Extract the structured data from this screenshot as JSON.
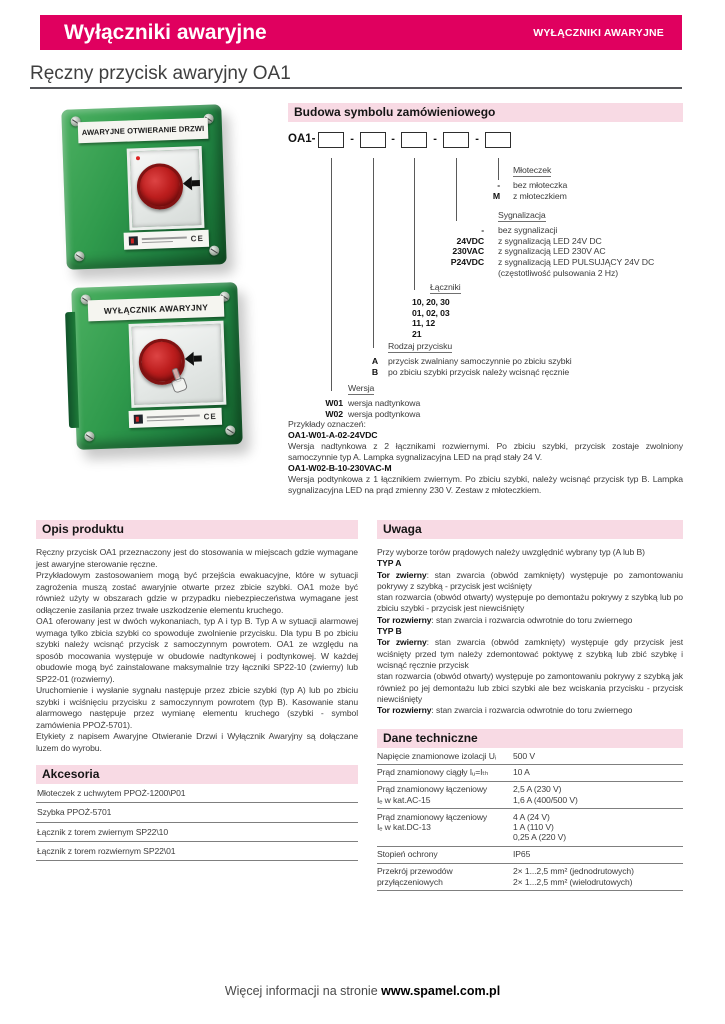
{
  "colors": {
    "accent": "#e0005f",
    "section_bar_bg": "#f8dae4",
    "rule": "#55565a",
    "table_line": "#7f7f7f",
    "device_green": "#2f9a4c",
    "button_red": "#bd1e1e"
  },
  "header": {
    "title": "Wyłączniki awaryjne",
    "category": "WYŁĄCZNIKI AWARYJNE"
  },
  "page_title": "Ręczny przycisk awaryjny OA1",
  "photos": {
    "device1_label": "AWARYJNE OTWIERANIE DRZWI",
    "device2_label": "WYŁĄCZNIK AWARYJNY",
    "ce_mark": "CE"
  },
  "ordering": {
    "title": "Budowa symbolu zamówieniowego",
    "prefix": "OA1-",
    "separator": "-",
    "mloteczek": {
      "label": "Młoteczek",
      "rows": [
        {
          "code": "-",
          "desc": "bez młoteczka"
        },
        {
          "code": "M",
          "desc": "z młoteczkiem"
        }
      ]
    },
    "sygnalizacja": {
      "label": "Sygnalizacja",
      "rows": [
        {
          "code": "-",
          "desc": "bez sygnalizacji"
        },
        {
          "code": "24VDC",
          "desc": "z sygnalizacją LED 24V DC"
        },
        {
          "code": "230VAC",
          "desc": "z sygnalizacją LED 230V AC"
        },
        {
          "code": "P24VDC",
          "desc": "z sygnalizacją LED PULSUJĄCY 24V DC"
        },
        {
          "code": "",
          "desc": "(częstotliwość pulsowania 2 Hz)"
        }
      ]
    },
    "laczniki": {
      "label": "Łączniki",
      "rows": [
        "10, 20, 30",
        "01, 02, 03",
        "11, 12",
        "21"
      ]
    },
    "rodzaj": {
      "label": "Rodzaj przycisku",
      "rows": [
        {
          "code": "A",
          "desc": "przycisk zwalniany samoczynnie po zbiciu szybki"
        },
        {
          "code": "B",
          "desc": "po zbiciu szybki przycisk należy wcisnąć ręcznie"
        }
      ]
    },
    "wersja": {
      "label": "Wersja",
      "rows": [
        {
          "code": "W01",
          "desc": "wersja nadtynkowa"
        },
        {
          "code": "W02",
          "desc": "wersja podtynkowa"
        }
      ]
    },
    "examples_heading": "Przykłady oznaczeń:",
    "examples": [
      {
        "code": "OA1-W01-A-02-24VDC",
        "desc": "Wersja nadtynkowa z 2 łącznikami rozwiernymi. Po zbiciu szybki, przycisk zostaje zwolniony samoczynnie typ A. Lampka sygnalizacyjna LED na prąd stały 24 V."
      },
      {
        "code": "OA1-W02-B-10-230VAC-M",
        "desc": "Wersja podtynkowa z 1 łącznikiem zwiernym. Po zbiciu szybki, należy wcisnąć przycisk typ B. Lampka sygnalizacyjna LED na prąd zmienny 230 V. Zestaw z młoteczkiem."
      }
    ]
  },
  "description": {
    "title": "Opis produktu",
    "paragraphs": [
      "Ręczny przycisk OA1 przeznaczony jest do stosowania w miejscach gdzie wymagane jest awaryjne sterowanie ręczne.",
      "Przykładowym zastosowaniem mogą być przejścia ewakuacyjne, które w sytuacji zagrożenia muszą zostać awaryjnie otwarte przez zbicie szybki. OA1 może być również użyty w obszarach gdzie w przypadku niebezpieczeństwa wymagane jest odłączenie zasilania przez trwałe uszkodzenie elementu kruchego.",
      "OA1 oferowany jest w dwóch wykonaniach, typ A i typ B. Typ A w sytuacji alarmowej wymaga tylko zbicia szybki co spowoduje zwolnienie przycisku. Dla typu B po zbiciu szybki należy wcisnąć przycisk z samoczynnym powrotem. OA1 ze względu na sposób mocowania występuje w obudowie nadtynkowej i podtynkowej. W każdej obudowie mogą być zainstalowane maksymalnie trzy łączniki SP22-10 (zwierny) lub SP22-01 (rozwierny).",
      "Uruchomienie i wysłanie sygnału następuje przez zbicie szybki (typ A) lub po zbiciu szybki i wciśnięciu przycisku z samoczynnym powrotem (typ B). Kasowanie stanu alarmowego następuje przez wymianę elementu kruchego (szybki - symbol zamówienia PPOŻ-5701).",
      "Etykiety z napisem Awaryjne Otwieranie Drzwi i Wyłącznik Awaryjny są dołączane luzem do wyrobu."
    ]
  },
  "accessories": {
    "title": "Akcesoria",
    "items": [
      "Młoteczek z uchwytem PPOŻ-1200\\P01",
      "Szybka PPOŻ-5701",
      "Łącznik z torem zwiernym SP22\\10",
      "Łącznik z torem rozwiernym SP22\\01"
    ]
  },
  "note": {
    "title": "Uwaga",
    "blocks": [
      {
        "bold": "",
        "text": "Przy wyborze torów prądowych należy uwzględnić wybrany typ (A lub B)"
      },
      {
        "bold": "TYP A",
        "text": ""
      },
      {
        "bold": "Tor zwierny",
        "text": ": stan zwarcia (obwód zamknięty) występuje po zamontowaniu pokrywy z szybką - przycisk jest wciśnięty"
      },
      {
        "bold": "",
        "text": "stan rozwarcia (obwód otwarty) występuje po demontażu pokrywy z szybką lub po zbiciu szybki - przycisk jest niewciśnięty"
      },
      {
        "bold": "Tor rozwierny",
        "text": ": stan zwarcia i rozwarcia odwrotnie do toru zwiernego"
      },
      {
        "bold": "TYP B",
        "text": ""
      },
      {
        "bold": "Tor zwierny",
        "text": ": stan zwarcia (obwód zamknięty) występuje gdy przycisk jest wciśnięty przed tym należy zdemontować poktywę z szybką lub zbić szybkę i wcisnąć ręcznie przycisk"
      },
      {
        "bold": "",
        "text": "stan rozwarcia (obwód otwarty) występuje po zamontowaniu pokrywy z szybką jak również po jej demontażu lub zbici szybki ale bez wciskania przycisku - przycisk niewciśnięty"
      },
      {
        "bold": "Tor rozwierny",
        "text": ": stan zwarcia i rozwarcia odwrotnie do toru zwiernego"
      }
    ]
  },
  "tech": {
    "title": "Dane techniczne",
    "rows": [
      {
        "label": [
          "Napięcie znamionowe izolacji Uᵢ"
        ],
        "values": [
          "500 V"
        ]
      },
      {
        "label": [
          "Prąd znamionowy ciągły Iᵤ=Iₜₕ"
        ],
        "values": [
          "10 A"
        ]
      },
      {
        "label": [
          "Prąd znamionowy łączeniowy",
          "Iₑ w kat.AC-15"
        ],
        "values": [
          "2,5 A (230 V)",
          "1,6 A (400/500 V)"
        ]
      },
      {
        "label": [
          "Prąd znamionowy łączeniowy",
          "Iₑ w kat.DC-13"
        ],
        "values": [
          "4 A (24 V)",
          "1 A (110 V)",
          "0,25 A (220 V)"
        ]
      },
      {
        "label": [
          "Stopień ochrony"
        ],
        "values": [
          "IP65"
        ]
      },
      {
        "label": [
          "Przekrój przewodów",
          "przyłączeniowych"
        ],
        "values": [
          "2× 1...2,5 mm² (jednodrutowych)",
          "2× 1...2,5 mm² (wielodrutowych)"
        ]
      }
    ]
  },
  "footer": {
    "text": "Więcej informacji na stronie",
    "url": "www.spamel.com.pl"
  }
}
